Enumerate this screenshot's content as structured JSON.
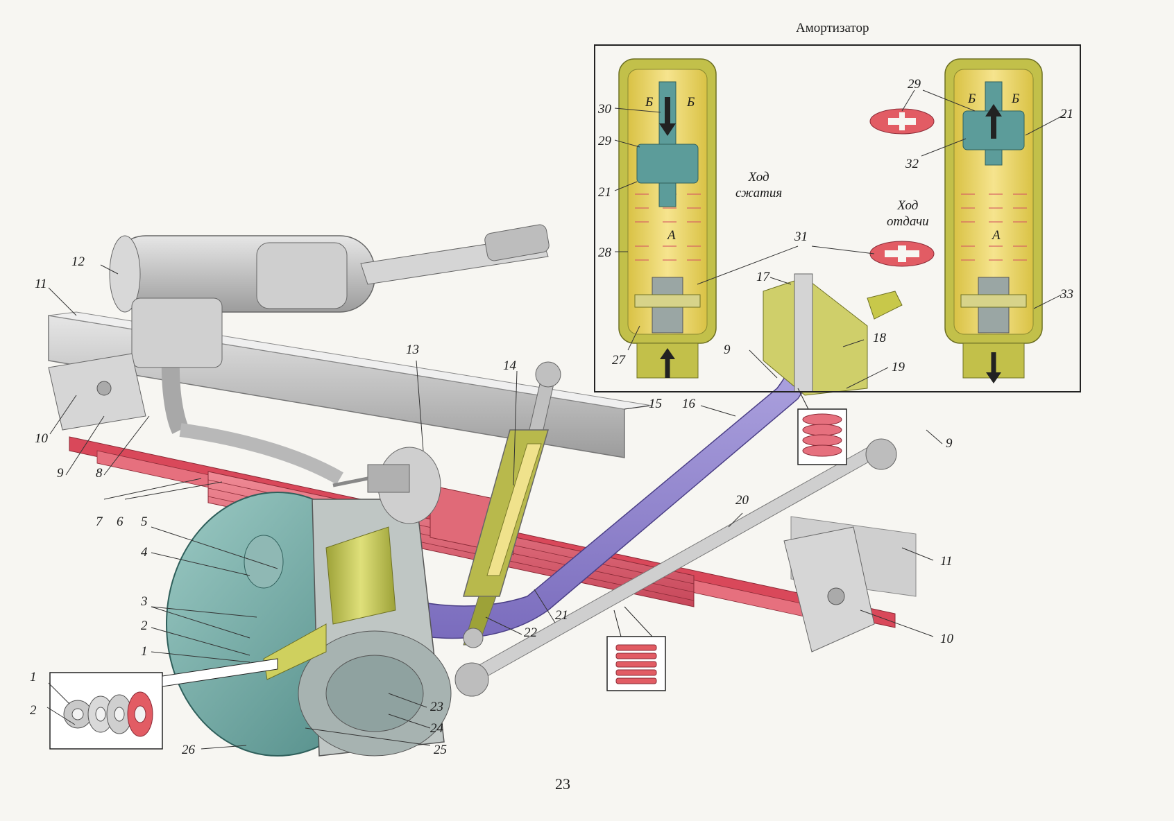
{
  "inset_title": "Амортизатор",
  "page_number": "23",
  "compression_stroke": {
    "line1": "Ход",
    "line2": "сжатия"
  },
  "rebound_stroke": {
    "line1": "Ход",
    "line2": "отдачи"
  },
  "cavity_labels": {
    "upper": "Б",
    "lower": "А"
  },
  "callouts": {
    "n1_a": "1",
    "n1_b": "1",
    "n2_a": "2",
    "n2_b": "2",
    "n3": "3",
    "n4": "4",
    "n5": "5",
    "n6": "6",
    "n7": "7",
    "n8": "8",
    "n9_a": "9",
    "n9_b": "9",
    "n9_c": "9",
    "n10_a": "10",
    "n10_b": "10",
    "n11_a": "11",
    "n11_b": "11",
    "n12": "12",
    "n13": "13",
    "n14": "14",
    "n15": "15",
    "n16": "16",
    "n17": "17",
    "n18": "18",
    "n19": "19",
    "n20": "20",
    "n21_a": "21",
    "n21_b": "21",
    "n21_c": "21",
    "n22": "22",
    "n23": "23",
    "n24": "24",
    "n25": "25",
    "n26": "26",
    "n27": "27",
    "n28": "28",
    "n29_a": "29",
    "n29_b": "29",
    "n30": "30",
    "n31": "31",
    "n32": "32",
    "n33": "33"
  },
  "colors": {
    "axle_beam": "#e2687a",
    "leaf_spring": "#e15f6e",
    "drag_link": "#9b8fd0",
    "shock_body": "#c8c64a",
    "brake_drum": "#6aa6a0",
    "steering_gear": "#c8c8c8",
    "oil": "#f3dd7a"
  }
}
